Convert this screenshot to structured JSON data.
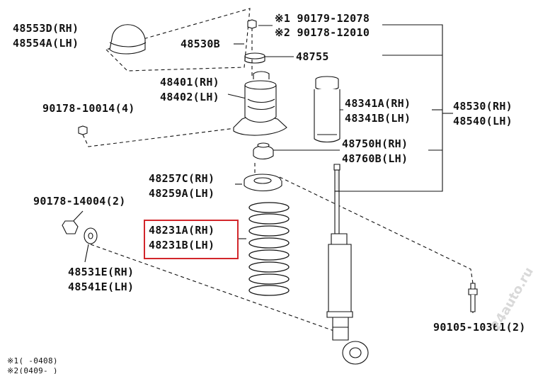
{
  "parts": {
    "mount_cap": [
      "48553D(RH)",
      "48554A(LH)"
    ],
    "dust_cap": "48530B",
    "nut_1": "※1 90179-12078",
    "nut_2": "※2 90178-12010",
    "bushing": "48755",
    "upper_support": [
      "48401(RH)",
      "48402(LH)"
    ],
    "nut_upper": "90178-10014(4)",
    "bump_stopper": [
      "48341A(RH)",
      "48341B(LH)"
    ],
    "absorber_assy": [
      "48530(RH)",
      "48540(LH)"
    ],
    "lower_seat_upper": [
      "48750H(RH)",
      "48760B(LH)"
    ],
    "spring_seat": [
      "48257C(RH)",
      "48259A(LH)"
    ],
    "nut_lower": "90178-14004(2)",
    "coil_spring": [
      "48231A(RH)",
      "48231B(LH)"
    ],
    "lower_bushing": [
      "48531E(RH)",
      "48541E(LH)"
    ],
    "lower_bolt": "90105-10361(2)"
  },
  "footnotes": [
    "※1(    -0408)",
    "※2(0409-    )"
  ],
  "highlight_color": "#d2262b",
  "watermark": "24auto.ru"
}
